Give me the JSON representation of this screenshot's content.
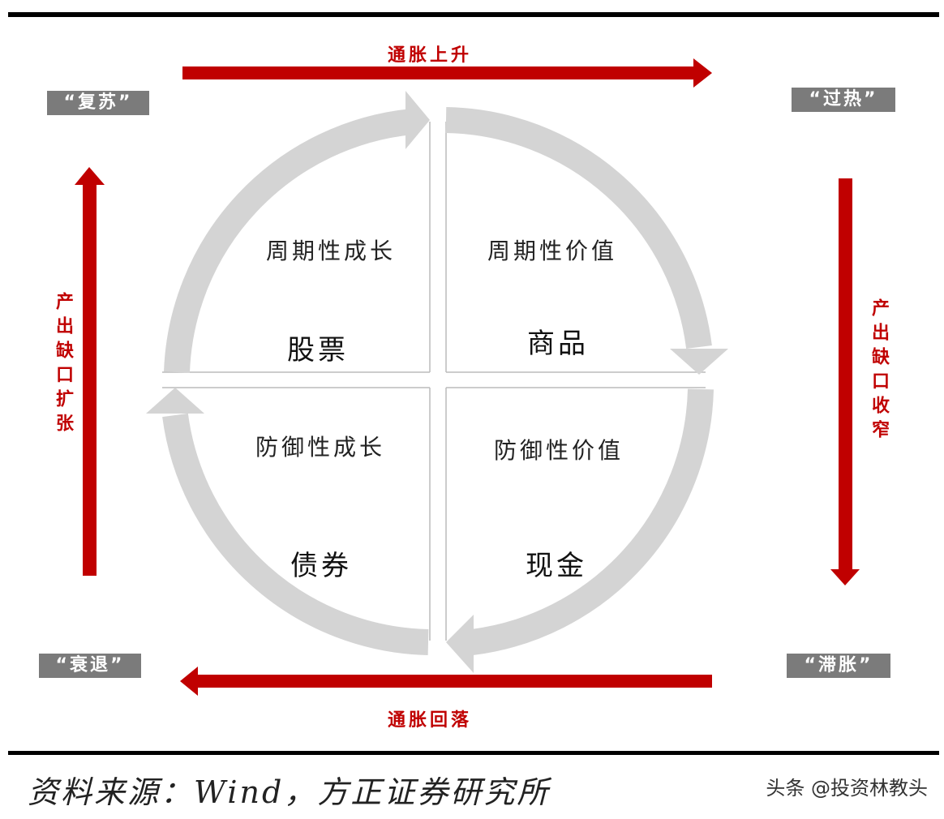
{
  "phases": {
    "recovery": "“复苏”",
    "overheat": "“过热”",
    "recession": "“衰退”",
    "stagflation": "“滞胀”"
  },
  "arrows": {
    "top": "通胀上升",
    "bottom": "通胀回落",
    "left": "产出缺口扩张",
    "right": "产出缺口收窄"
  },
  "quadrants": {
    "top_left": {
      "style": "周期性成长",
      "asset": "股票"
    },
    "top_right": {
      "style": "周期性价值",
      "asset": "商品"
    },
    "bottom_left": {
      "style": "防御性成长",
      "asset": "债券"
    },
    "bottom_right": {
      "style": "防御性价值",
      "asset": "现金"
    }
  },
  "source": "资料来源：Wind，方正证券研究所",
  "watermark": "头条 @投资林教头",
  "colors": {
    "arrow_red": "#c00000",
    "cycle_gray": "#d4d4d4",
    "phase_box": "#7b7b7b"
  }
}
